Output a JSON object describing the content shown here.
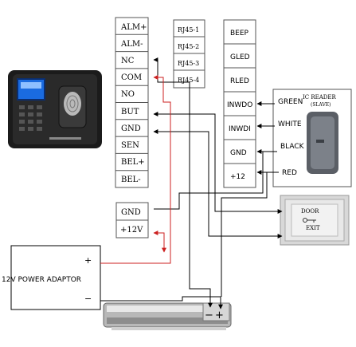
{
  "left_terminal": {
    "labels": [
      "ALM+",
      "ALM-",
      "NC",
      "COM",
      "NO",
      "BUT",
      "GND",
      "SEN",
      "BEL+",
      "BEL-"
    ]
  },
  "rj45_labels": [
    "RJ45-1",
    "RJ45-2",
    "RJ45-3",
    "RJ45-4"
  ],
  "right_terminal": {
    "labels": [
      "BEEP",
      "GLED",
      "RLED",
      "INWDO",
      "INWDI",
      "GND",
      "+12"
    ]
  },
  "power_terminal": {
    "labels": [
      "GND",
      "+12V"
    ]
  },
  "reader": {
    "title": "IC READER",
    "subtitle": "(SLAVE)",
    "wires": [
      "GREEN",
      "WHITE",
      "BLACK",
      "RED"
    ]
  },
  "exit_button": {
    "line1": "DOOR",
    "line2": "EXIT"
  },
  "power_adaptor": {
    "label": "12V POWER ADAPTOR",
    "plus": "+",
    "minus": "−"
  },
  "lock": {
    "minus": "−",
    "plus": "+"
  },
  "colors": {
    "wire": "#000000",
    "hot_wire": "#cc2020",
    "terminal_border": "#555555"
  }
}
